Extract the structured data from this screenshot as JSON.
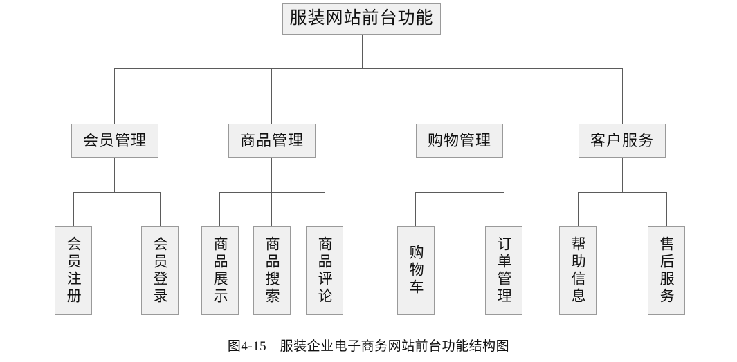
{
  "diagram": {
    "type": "tree-hierarchy",
    "root": {
      "label": "服装网站前台功能"
    },
    "level2": [
      {
        "label": "会员管理"
      },
      {
        "label": "商品管理"
      },
      {
        "label": "购物管理"
      },
      {
        "label": "客户服务"
      }
    ],
    "leaves": {
      "member": [
        {
          "label": "会员注册"
        },
        {
          "label": "会员登录"
        }
      ],
      "product": [
        {
          "label": "商品展示"
        },
        {
          "label": "商品搜索"
        },
        {
          "label": "商品评论"
        }
      ],
      "shopping": [
        {
          "label": "购物车"
        },
        {
          "label": "订单管理"
        }
      ],
      "service": [
        {
          "label": "帮助信息"
        },
        {
          "label": "售后服务"
        }
      ]
    }
  },
  "caption": {
    "figure_number": "图4-15",
    "text": "图4-15　服装企业电子商务网站前台功能结构图"
  },
  "colors": {
    "box_fill": "#f0f0f0",
    "box_border": "#9a9a9a",
    "line": "#5b5b5b",
    "text": "#111111",
    "background": "#ffffff"
  }
}
